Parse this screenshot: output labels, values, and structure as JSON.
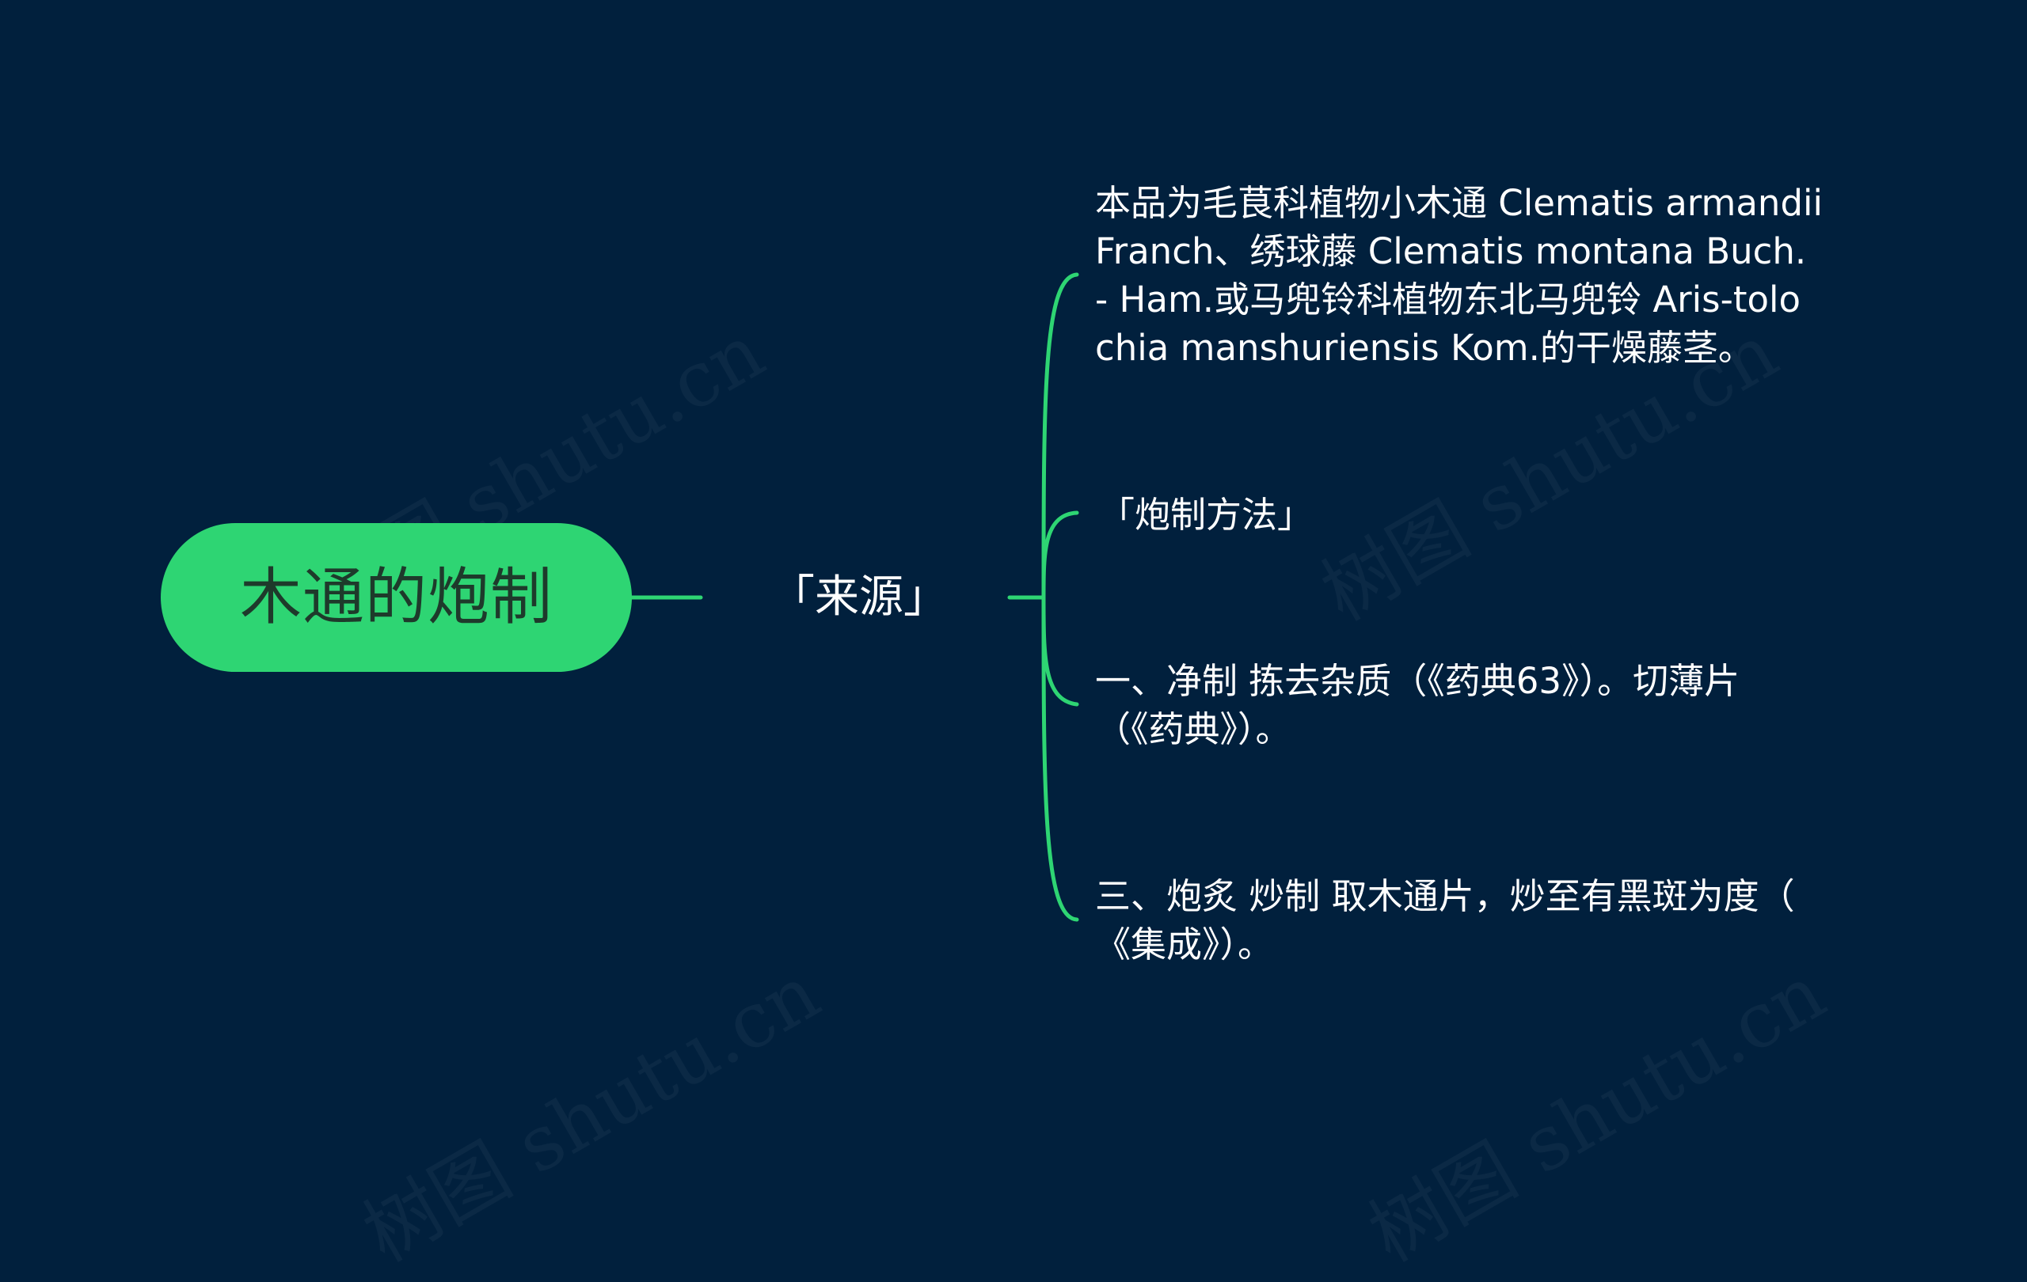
{
  "root": {
    "label": "木通的炮制"
  },
  "branch": {
    "label": "「来源」"
  },
  "leaves": [
    {
      "lines": [
        "本品为毛茛科植物小木通 Clematis armandii",
        " Franch、绣球藤 Clematis montana Buch.",
        " - Ham.或马兜铃科植物东北马兜铃 Aris-tolo",
        "chia manshuriensis Kom.的干燥藤茎。"
      ]
    },
    {
      "lines": [
        "「炮制方法」"
      ]
    },
    {
      "lines": [
        "一、净制 拣去杂质（《药典63》）。切薄片",
        "（《药典》）。"
      ]
    },
    {
      "lines": [
        "三、炮炙 炒制 取木通片，炒至有黑斑为度（",
        "《集成》）。"
      ]
    }
  ],
  "watermark": {
    "text": "树图 shutu.cn"
  },
  "colors": {
    "background": "#01203d",
    "accent": "#2ed573",
    "root_text": "#1e3a2b",
    "text": "#ffffff"
  }
}
